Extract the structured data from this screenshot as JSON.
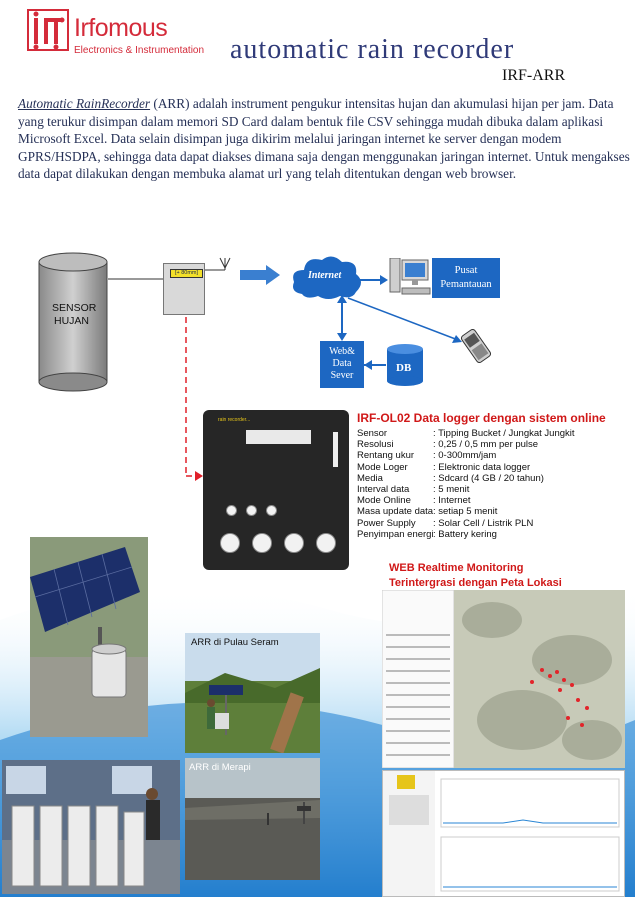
{
  "header": {
    "brand": "Irfomous",
    "brand_sub": "Electronics & Instrumentation",
    "title": "automatic rain recorder",
    "code": "IRF-ARR"
  },
  "intro": {
    "term": "Automatic RainRecorder",
    "text": " (ARR) adalah instrument pengukur intensitas hujan dan akumulasi hijan per jam. Data yang terukur disimpan dalam memori SD Card dalam bentuk file CSV sehingga mudah dibuka dalam aplikasi Microsoft Excel. Data selain disimpan  juga dikirim melalui jaringan internet ke server dengan modem GPRS/HSDPA, sehingga data dapat diakses dimana saja dengan menggunakan jaringan internet. Untuk mengakses data dapat dilakukan dengan membuka alamat url yang telah ditentukan dengan web browser."
  },
  "diagram": {
    "sensor": "SENSOR",
    "sensor2": "HUJAN",
    "logger_screen": "[+ 80mm]",
    "internet": "Internet",
    "pusat1": "Pusat",
    "pusat2": "Pemantauan",
    "web1": "Web&",
    "web2": "Data",
    "web3": "Sever",
    "db": "DB"
  },
  "device": {
    "label": "rain recorder..."
  },
  "specs": {
    "title": "IRF-OL02 Data logger dengan sistem online",
    "rows": [
      {
        "k": "Sensor",
        "v": ": Tipping Bucket / Jungkat Jungkit"
      },
      {
        "k": "Resolusi",
        "v": ": 0,25 / 0,5 mm per pulse"
      },
      {
        "k": "Rentang ukur",
        "v": ": 0-300mm/jam"
      },
      {
        "k": "Mode Loger",
        "v": ": Elektronic data logger"
      },
      {
        "k": "Media",
        "v": ": Sdcard (4 GB / 20 tahun)"
      },
      {
        "k": "Interval data",
        "v": ":  5 menit"
      },
      {
        "k": "Mode Online",
        "v": ":  Internet"
      },
      {
        "k": "Masa update data",
        "v": ": setiap 5 menit"
      },
      {
        "k": "Power Supply",
        "v": ": Solar Cell / Listrik PLN"
      },
      {
        "k": "Penyimpan energi",
        "v": ": Battery kering"
      }
    ]
  },
  "web": {
    "title1": "WEB Realtime Monitoring",
    "title2": "Terintergrasi dengan Peta Lokasi"
  },
  "captions": {
    "seram": "ARR di Pulau Seram",
    "merapi": "ARR di  Merapi"
  }
}
